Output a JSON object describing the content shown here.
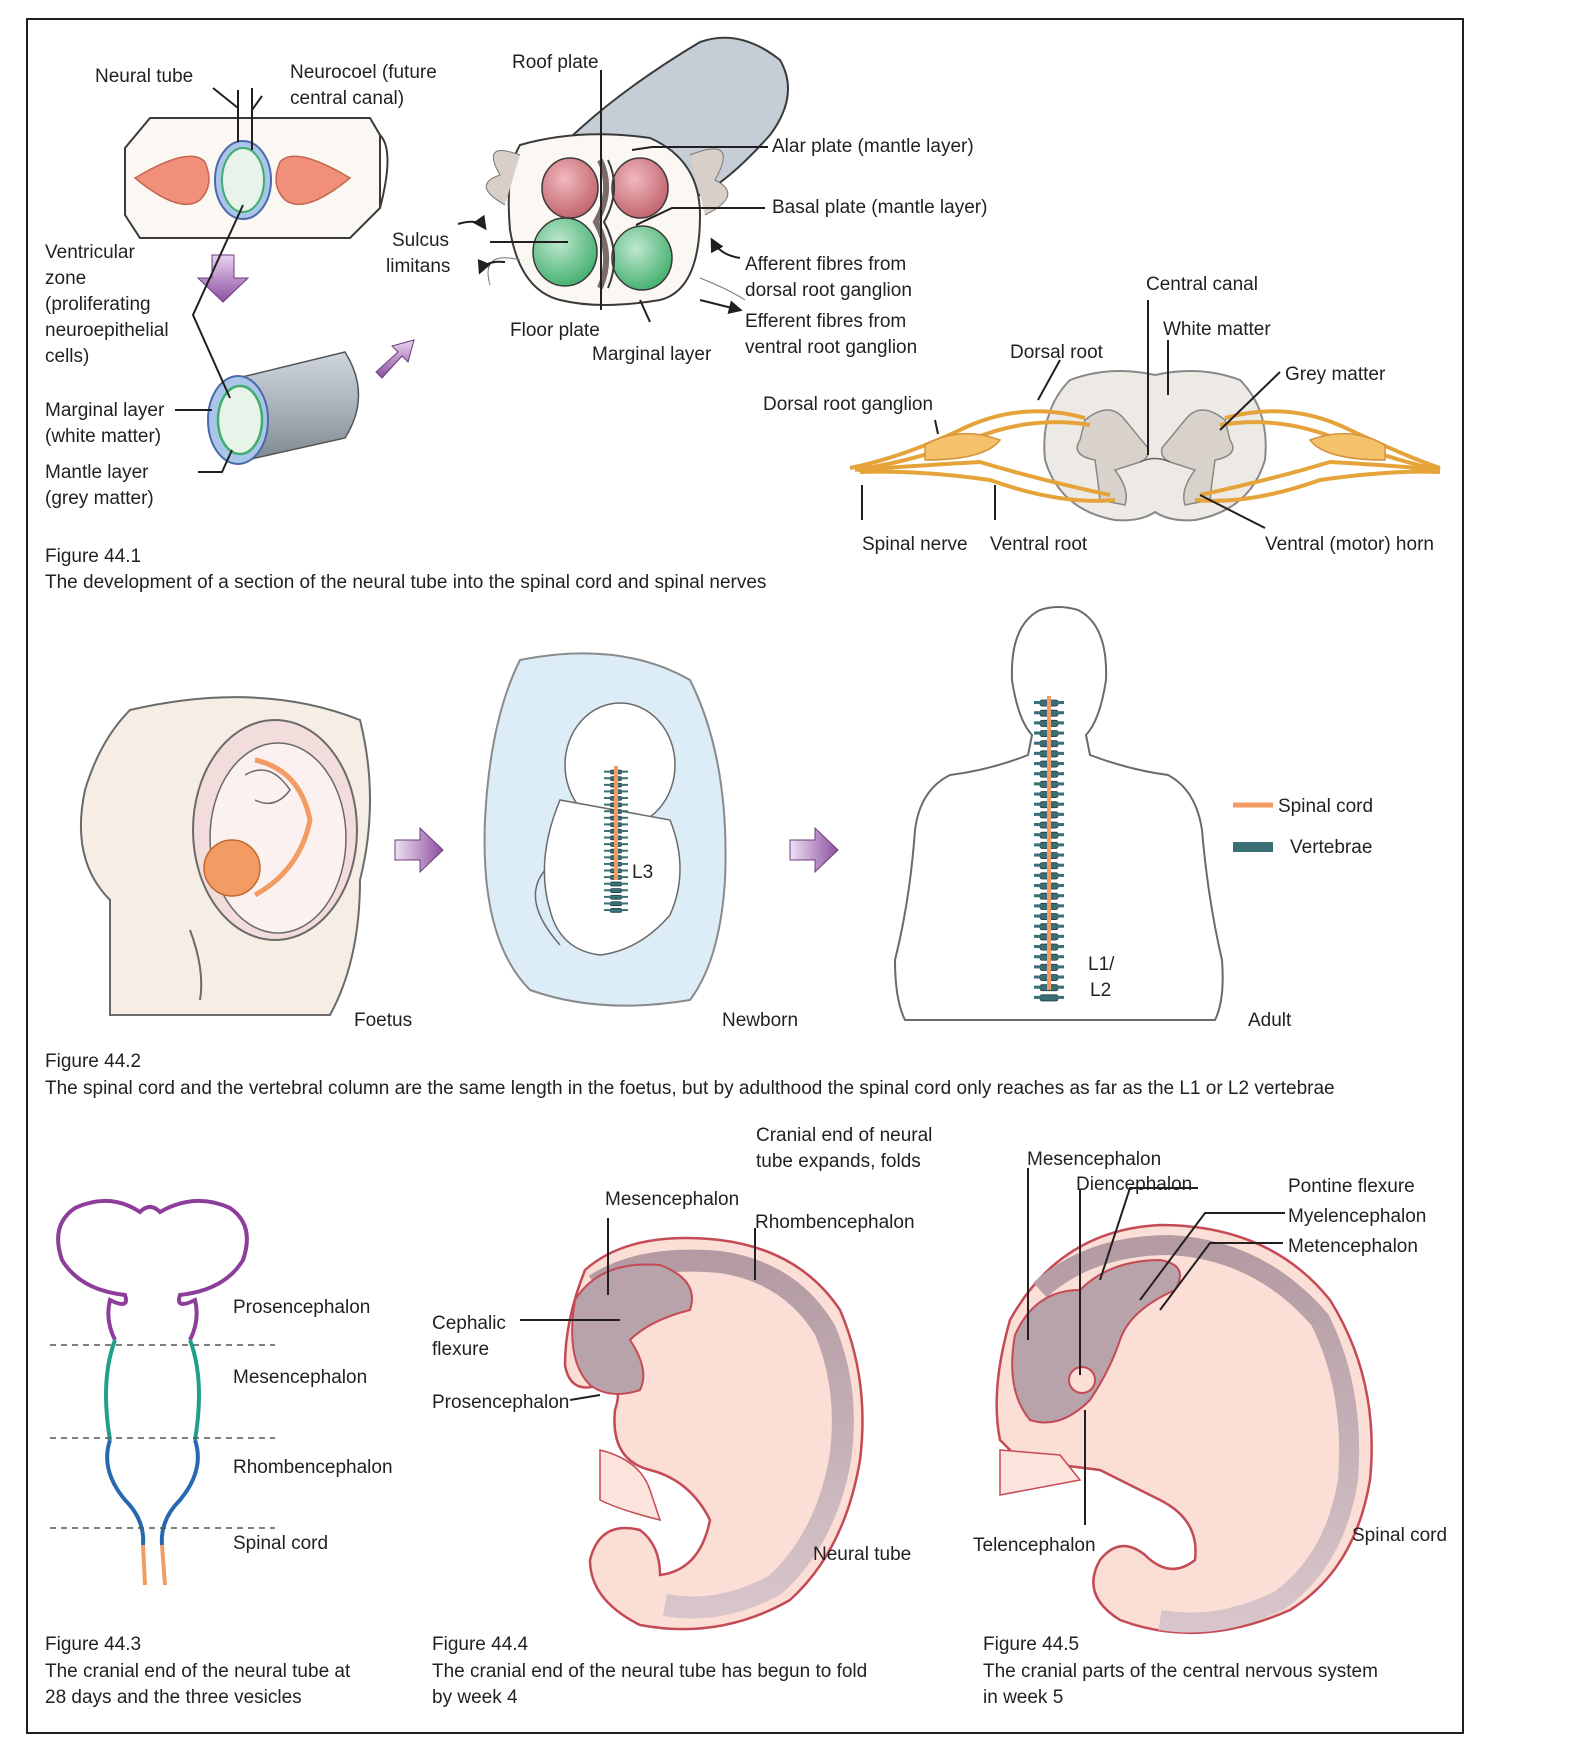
{
  "fig1": {
    "labels": {
      "neural_tube": "Neural tube",
      "neurocoel_1": "Neurocoel (future",
      "neurocoel_2": "central canal)",
      "ventricular_1": "Ventricular",
      "ventricular_2": "zone",
      "ventricular_3": "(proliferating",
      "ventricular_4": "neuroepithelial",
      "ventricular_5": "cells)",
      "marginal_1": "Marginal layer",
      "marginal_2": "(white matter)",
      "mantle_1": "Mantle layer",
      "mantle_2": "(grey matter)",
      "roof_plate": "Roof plate",
      "alar_plate": "Alar plate (mantle layer)",
      "basal_plate": "Basal plate (mantle layer)",
      "sulcus_1": "Sulcus",
      "sulcus_2": "limitans",
      "afferent_1": "Afferent fibres from",
      "afferent_2": "dorsal root ganglion",
      "efferent_1": "Efferent fibres from",
      "efferent_2": "ventral root ganglion",
      "floor_plate": "Floor plate",
      "marginal_layer": "Marginal layer",
      "central_canal": "Central canal",
      "white_matter": "White matter",
      "dorsal_root": "Dorsal root",
      "grey_matter": "Grey matter",
      "drg": "Dorsal root ganglion",
      "spinal_nerve": "Spinal nerve",
      "ventral_root": "Ventral root",
      "ventral_horn": "Ventral (motor) horn"
    },
    "caption_title": "Figure 44.1",
    "caption_text": "The development of a section of the neural tube into the spinal cord and spinal nerves"
  },
  "fig2": {
    "labels": {
      "foetus": "Foetus",
      "newborn": "Newborn",
      "adult": "Adult",
      "l3": "L3",
      "l1": "L1/",
      "l2": "L2"
    },
    "legend": [
      {
        "label": "Spinal cord",
        "color": "#f29b62"
      },
      {
        "label": "Vertebrae",
        "color": "#3b6f76"
      }
    ],
    "caption_title": "Figure 44.2",
    "caption_text": "The spinal cord and the vertebral column are the same length in the foetus, but by adulthood the spinal cord only reaches as far as the L1 or L2 vertebrae"
  },
  "fig3": {
    "labels": {
      "prosencephalon": "Prosencephalon",
      "mesencephalon": "Mesencephalon",
      "rhombencephalon": "Rhombencephalon",
      "spinal_cord": "Spinal cord"
    },
    "caption_title": "Figure 44.3",
    "caption_text_1": "The cranial end of the neural tube at",
    "caption_text_2": "28 days and the three vesicles"
  },
  "fig4": {
    "labels": {
      "cranial_1": "Cranial end of neural",
      "cranial_2": "tube expands, folds",
      "mesencephalon": "Mesencephalon",
      "rhombencephalon": "Rhombencephalon",
      "cephalic_1": "Cephalic",
      "cephalic_2": "flexure",
      "prosencephalon": "Prosencephalon",
      "neural_tube": "Neural tube"
    },
    "caption_title": "Figure 44.4",
    "caption_text_1": "The cranial end of the neural tube has begun to fold",
    "caption_text_2": "by week 4"
  },
  "fig5": {
    "labels": {
      "mesencephalon": "Mesencephalon",
      "diencephalon": "Diencephalon",
      "pontine": "Pontine flexure",
      "myelencephalon": "Myelencephalon",
      "metencephalon": "Metencephalon",
      "telencephalon": "Telencephalon",
      "spinal_cord": "Spinal cord"
    },
    "caption_title": "Figure 44.5",
    "caption_text_1": "The cranial parts of the central nervous system",
    "caption_text_2": "in week 5"
  }
}
